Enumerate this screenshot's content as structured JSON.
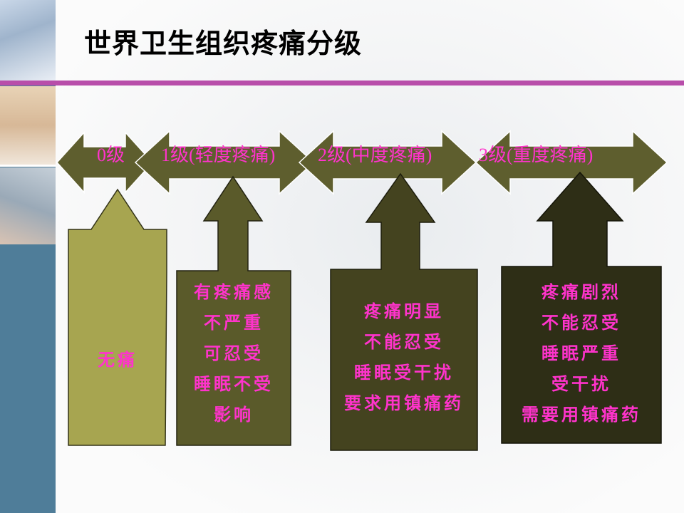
{
  "title": "世界卫生组织疼痛分级",
  "levels": [
    "0级",
    "1级(轻度疼痛)",
    "2级(中度疼痛)",
    "3级(重度疼痛)"
  ],
  "boxes": [
    {
      "lines": [
        "无痛"
      ]
    },
    {
      "lines": [
        "有疼痛感",
        "不严重",
        "可忍受",
        "睡眠不受",
        "影响"
      ]
    },
    {
      "lines": [
        "疼痛明显",
        "不能忍受",
        "睡眠受干扰",
        "要求用镇痛药"
      ]
    },
    {
      "lines": [
        "疼痛剧烈",
        "不能忍受",
        "睡眠严重",
        "受干扰",
        "需要用镇痛药"
      ]
    }
  ],
  "colors": {
    "accent_rule": "#b84eaa",
    "text_magenta": "#ff33cc",
    "box0": "#a7a550",
    "box1": "#5a5a2a",
    "box2": "#44431f",
    "box3": "#2e2e16",
    "arrow_fill": "#5e5e2e"
  }
}
